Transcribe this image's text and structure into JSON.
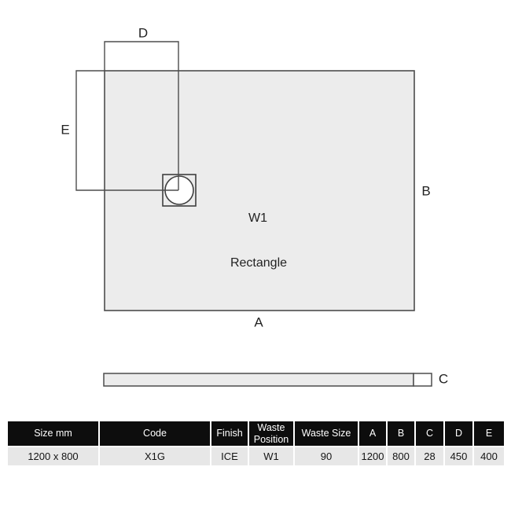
{
  "diagram": {
    "dim_a": "A",
    "dim_b": "B",
    "dim_c": "C",
    "dim_d": "D",
    "dim_e": "E",
    "waste_position": "W1",
    "shape_name": "Rectangle"
  },
  "table": {
    "headers": [
      "Size mm",
      "Code",
      "Finish",
      "Waste Position",
      "Waste Size",
      "A",
      "B",
      "C",
      "D",
      "E"
    ],
    "rows": [
      [
        "1200 x 800",
        "X1G",
        "ICE",
        "W1",
        "90",
        "1200",
        "800",
        "28",
        "450",
        "400"
      ]
    ]
  },
  "colors": {
    "line": "#4d4d4d",
    "tray_fill": "#ececec",
    "waste_circle_fill": "#ffffff",
    "table_header_bg": "#0d0d0d",
    "table_header_text": "#ffffff",
    "table_row_bg": "#e7e7e7",
    "background": "#ffffff"
  }
}
